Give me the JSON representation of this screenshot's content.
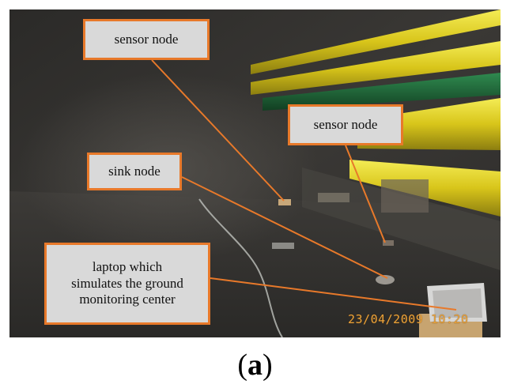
{
  "photo": {
    "labels": {
      "sensor_node_top": "sensor node",
      "sensor_node_right": "sensor node",
      "sink_node": "sink node",
      "laptop_lines": [
        "laptop which",
        "simulates the ground",
        "monitoring center"
      ]
    },
    "timestamp": "23/04/2009 10:20",
    "colors": {
      "label_border": "#e8792a",
      "label_fill": "#d9d9d9",
      "leader_line": "#e8792a",
      "pipe_yellow": "#e3d31a",
      "pipe_green": "#1f6b3a",
      "timestamp": "#e9a23b"
    }
  },
  "caption": {
    "open": "(",
    "letter": "a",
    "close": ")"
  }
}
